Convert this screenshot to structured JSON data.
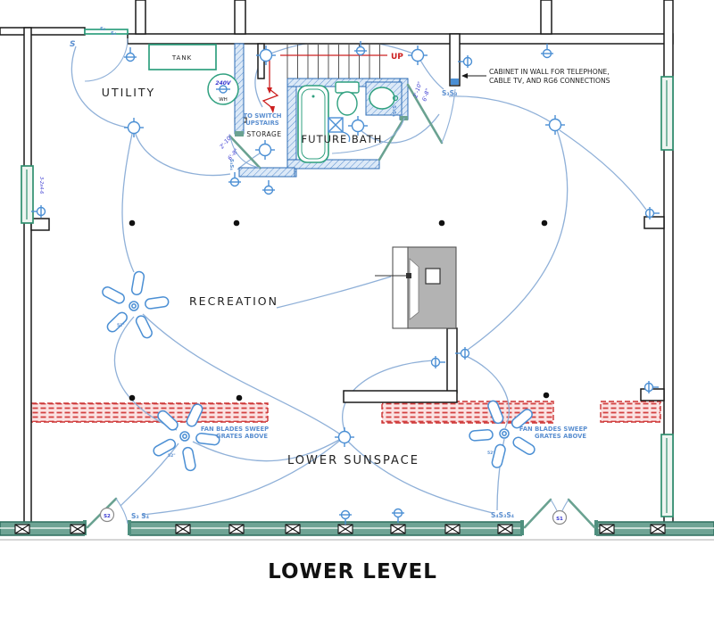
{
  "title": "LOWER LEVEL",
  "rooms": {
    "utility": "UTILITY",
    "storage": "STORAGE",
    "future_bath": "FUTURE BATH",
    "recreation": "RECREATION",
    "lower_sunspace": "LOWER SUNSPACE"
  },
  "stair": {
    "up": "UP",
    "to_switch_line1": "TO SWITCH",
    "to_switch_line2": "UPSTAIRS"
  },
  "equipment": {
    "tank": "TANK",
    "wh_voltage": "240V",
    "wh": "WH"
  },
  "notes": {
    "cabinet_line1": "CABINET IN WALL FOR TELEPHONE,",
    "cabinet_line2": "CABLE TV, AND RG6 CONNECTIONS",
    "fan_sweep_line1": "FAN BLADES SWEEP",
    "fan_sweep_line2": "GRATES ABOVE"
  },
  "dims": {
    "door_w": "2'-10\"",
    "door_h": "6'-8\"",
    "window_size": "3-2x4-6",
    "fan_size": "52\""
  },
  "switches": {
    "s": "S",
    "s1": "S1",
    "s2": "S2",
    "s3": "S₃",
    "s4": "S₄",
    "s3_pair": "S₃S₃",
    "s3_s4": "S₃ S₄",
    "s4_s3_s4": "S₄S₃S₄",
    "s3s4_vert": "S₃S₄"
  },
  "colors": {
    "wall": "#1a1a1a",
    "electric_blue": "#4b8fd4",
    "wiring_blue": "#8fb0d8",
    "fixture_green": "#2fa07f",
    "door_green": "#6aa291",
    "sunspace_green": "#6ea394",
    "grate_red": "#cc3333",
    "dim_blue": "#3b3bd1",
    "note_red": "#cc2020",
    "stove_gray": "#b3b3b3",
    "hatch_wall_blue": "#bcd6ee"
  }
}
